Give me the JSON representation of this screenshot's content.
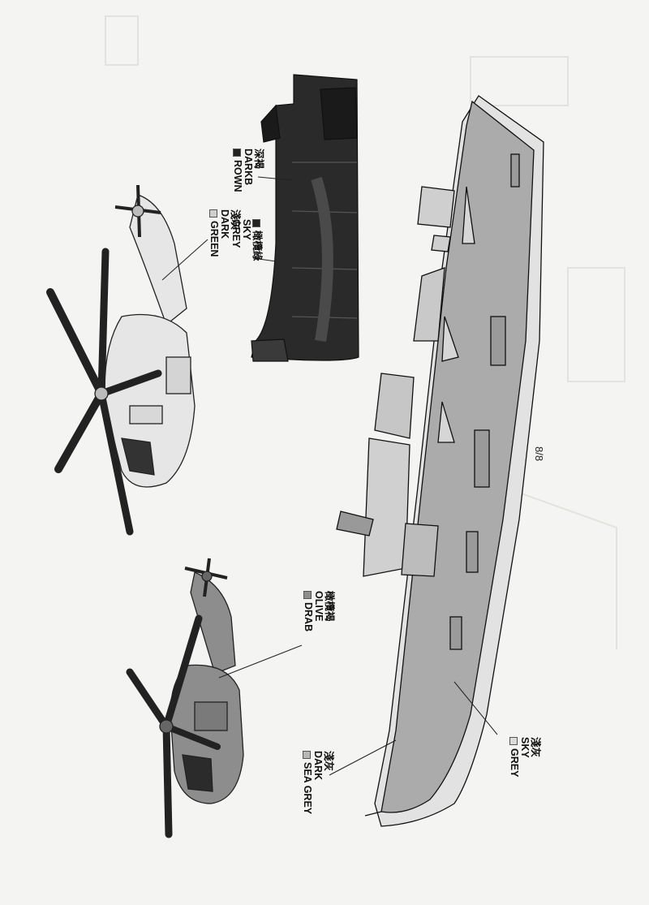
{
  "page": {
    "number": "8/8"
  },
  "callouts": [
    {
      "id": "heli1",
      "cn": "淺灰",
      "en": [
        "DARK",
        "GREEN"
      ],
      "swatch": "#cfcfcf"
    },
    {
      "id": "block_brown",
      "cn": "深褐",
      "en": [
        "DARKB",
        "ROWN"
      ],
      "swatch": "#222222"
    },
    {
      "id": "block_grey",
      "cn": "橄欖綠",
      "en": [
        "SKY",
        "GREY"
      ],
      "swatch": "#222222"
    },
    {
      "id": "heli2",
      "cn": "橄欖褐",
      "en": [
        "OLIVE",
        "DRAB"
      ],
      "swatch": "#8d8d8d"
    },
    {
      "id": "deck",
      "cn": "淺灰",
      "en": [
        "DARK",
        "SEA GREY"
      ],
      "swatch": "#b7b7b7"
    },
    {
      "id": "hull",
      "cn": "淺灰",
      "en": [
        "SKY",
        "GREY"
      ],
      "swatch": "#dcdcdc"
    }
  ],
  "colors": {
    "paper": "#f4f4f2",
    "ink": "#111111",
    "dark_sea_grey": "#a9a9a9",
    "sky_grey": "#e2e2e2",
    "olive_drab": "#8a8a8a",
    "dark_brown": "#2a2a2a"
  }
}
